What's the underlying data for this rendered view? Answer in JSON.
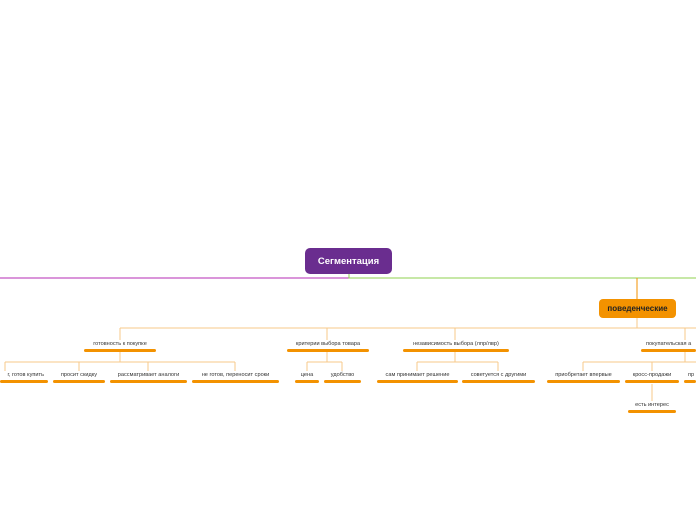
{
  "colors": {
    "root": "#6a2d8f",
    "accent": "#f39200",
    "line_orange": "#f7c98a",
    "line_purple": "#b52bb5",
    "line_green": "#8fd14f"
  },
  "root": {
    "label": "Сегментация"
  },
  "main_topic": {
    "label": "поведенческие"
  },
  "level1": [
    {
      "label": "готовность к покупке"
    },
    {
      "label": "критерии выбора товара"
    },
    {
      "label": "независимость выбора (лпр/лвр)"
    },
    {
      "label": "покупательская а"
    }
  ],
  "level2": [
    {
      "label": "г, готов купить"
    },
    {
      "label": "просит скидку"
    },
    {
      "label": "рассматривает аналоги"
    },
    {
      "label": "не готов, переносит сроки"
    },
    {
      "label": "цена"
    },
    {
      "label": "удобство"
    },
    {
      "label": "сам принимает решение"
    },
    {
      "label": "советуется с другими"
    },
    {
      "label": "приобретает впервые"
    },
    {
      "label": "кросс-продажи"
    },
    {
      "label": "пр"
    }
  ],
  "level3": [
    {
      "label": "есть интерес"
    }
  ]
}
